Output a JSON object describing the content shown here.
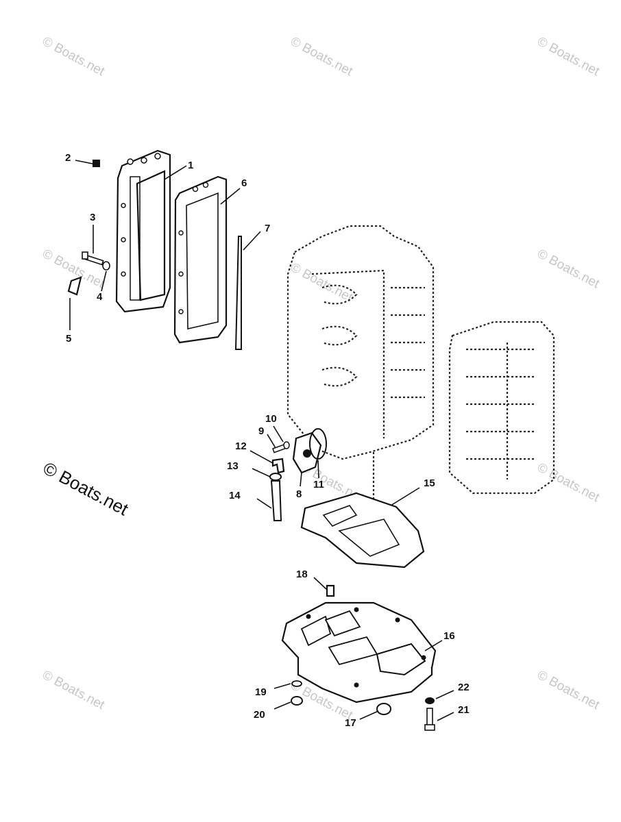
{
  "watermarks": {
    "small": "© Boats.net",
    "large": "© Boats.net"
  },
  "callouts": {
    "c1": "1",
    "c2": "2",
    "c3": "3",
    "c4": "4",
    "c5": "5",
    "c6": "6",
    "c7": "7",
    "c8": "8",
    "c9": "9",
    "c10": "10",
    "c11": "11",
    "c12": "12",
    "c13": "13",
    "c14": "14",
    "c15": "15",
    "c16": "16",
    "c17": "17",
    "c18": "18",
    "c19": "19",
    "c20": "20",
    "c21": "21",
    "c22": "22"
  }
}
